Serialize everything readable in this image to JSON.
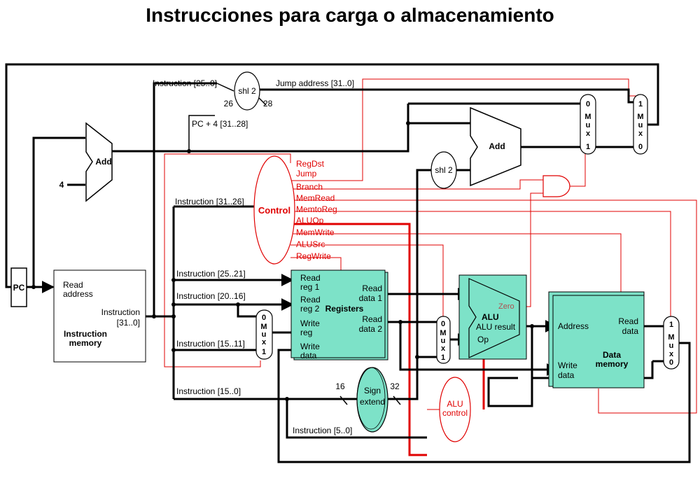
{
  "title": "Instrucciones para carga o almacenamiento",
  "colors": {
    "datapath": "#000000",
    "control": "#e00000",
    "active_unit_fill": "#7de2c8",
    "background": "#ffffff"
  },
  "pc": {
    "label": "PC"
  },
  "instruction_memory": {
    "read_address": [
      "Read",
      "address"
    ],
    "instruction_out": [
      "Instruction",
      "[31..0]"
    ],
    "name": [
      "Instruction",
      "memory"
    ]
  },
  "adder_pc": {
    "label": "Add",
    "constant": "4"
  },
  "jump": {
    "instr_field": "Instruction [25..0]",
    "shift_label": "shl 2",
    "bits_in": "26",
    "bits_out": "28",
    "address_label": "Jump address [31..0]",
    "pc4_label": "PC + 4 [31..28]"
  },
  "adder_branch": {
    "label": "Add"
  },
  "shift_branch": {
    "label": "shl 2"
  },
  "control": {
    "label": "Control",
    "input_field": "Instruction [31..26]",
    "signals": [
      "RegDst",
      "Jump",
      "Branch",
      "MemRead",
      "MemtoReg",
      "ALUOp",
      "MemWrite",
      "ALUSrc",
      "RegWrite"
    ]
  },
  "fields": {
    "rs": "Instruction [25..21]",
    "rt": "Instruction [20..16]",
    "rd": "Instruction [15..11]",
    "imm": "Instruction [15..0]",
    "funct": "Instruction [5..0]"
  },
  "registers": {
    "name": "Registers",
    "read_reg1": [
      "Read",
      "reg 1"
    ],
    "read_reg2": [
      "Read",
      "reg 2"
    ],
    "write_reg": [
      "Write",
      "reg"
    ],
    "write_data": [
      "Write",
      "data"
    ],
    "read_data1": [
      "Read",
      "data 1"
    ],
    "read_data2": [
      "Read",
      "data 2"
    ]
  },
  "sign_extend": {
    "label": [
      "Sign",
      "extend"
    ],
    "bits_in": "16",
    "bits_out": "32"
  },
  "alu": {
    "name": "ALU",
    "zero": "Zero",
    "result": "ALU result",
    "op": "Op"
  },
  "alu_control": {
    "label": [
      "ALU",
      "control"
    ]
  },
  "data_memory": {
    "address": "Address",
    "read_data": [
      "Read",
      "data"
    ],
    "write_data": [
      "Write",
      "data"
    ],
    "name": [
      "Data",
      "memory"
    ]
  },
  "mux": {
    "letters": [
      "M",
      "u",
      "x"
    ],
    "zero": "0",
    "one": "1"
  }
}
